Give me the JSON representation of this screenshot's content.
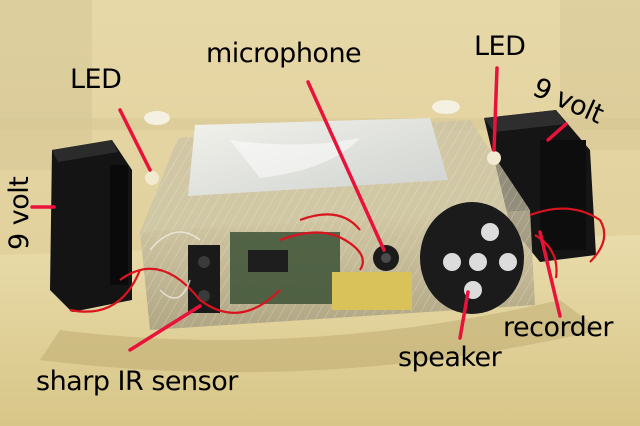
{
  "labels": {
    "led_left": "LED",
    "microphone": "microphone",
    "led_right": "LED",
    "nine_volt_right": "9 volt",
    "nine_volt_left": "9 volt",
    "sharp_ir_sensor": "sharp IR sensor",
    "speaker": "speaker",
    "recorder": "recorder"
  },
  "colors": {
    "callout_line": "#e8123a",
    "label_text": "#000000",
    "wall": "#e9dcae",
    "shelf": "#e3d59f",
    "battery": "#121212",
    "speaker": "#1b1b1b",
    "wire_red": "#d9141f"
  }
}
